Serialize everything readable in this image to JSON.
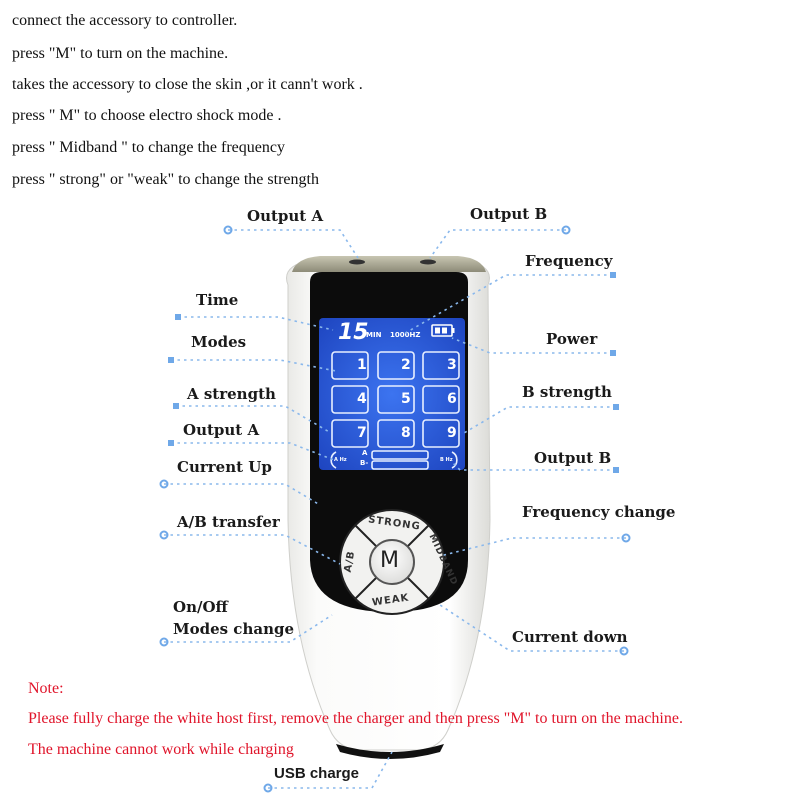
{
  "instructions": [
    "connect the accessory to controller.",
    "press \"M\"  to turn on the machine.",
    "takes the accessory to close the skin ,or it cann't work .",
    "press \" M\" to choose electro shock mode .",
    "press \" Midband \" to change the frequency",
    "press \" strong\" or \"weak\" to change the strength"
  ],
  "labels": {
    "output_a_top": "Output A",
    "output_b_top": "Output B",
    "frequency": "Frequency",
    "time": "Time",
    "power": "Power",
    "modes": "Modes",
    "a_strength": "A strength",
    "b_strength": "B strength",
    "output_a_side": "Output A",
    "output_b_side": "Output B",
    "current_up": "Current Up",
    "ab_transfer": "A/B transfer",
    "frequency_change": "Frequency change",
    "on_off": "On/Off",
    "modes_change": "Modes change",
    "current_down": "Current down",
    "usb_charge": "USB charge"
  },
  "lcd": {
    "time_value": "15",
    "time_unit": "MIN",
    "frequency_value": "1000HZ",
    "modes": [
      "1",
      "2",
      "3",
      "4",
      "5",
      "6",
      "7",
      "8",
      "9"
    ],
    "a_hz": "A Hz",
    "b_hz": "B Hz",
    "a_bar": "A",
    "b_bar": "B-"
  },
  "keypad": {
    "center": "M",
    "top": "STRONG",
    "right": "MIDBAND",
    "bottom": "WEAK",
    "left": "A/B"
  },
  "note": {
    "title": "Note:",
    "line1": "Please fully charge the white host first, remove the charger and then press \"M\" to turn on the machine.",
    "line2": "The machine cannot work while charging"
  },
  "colors": {
    "accent_blue": "#6fa8e8",
    "note_red": "#e0142a",
    "lcd_blue": "#2d5fe0"
  }
}
